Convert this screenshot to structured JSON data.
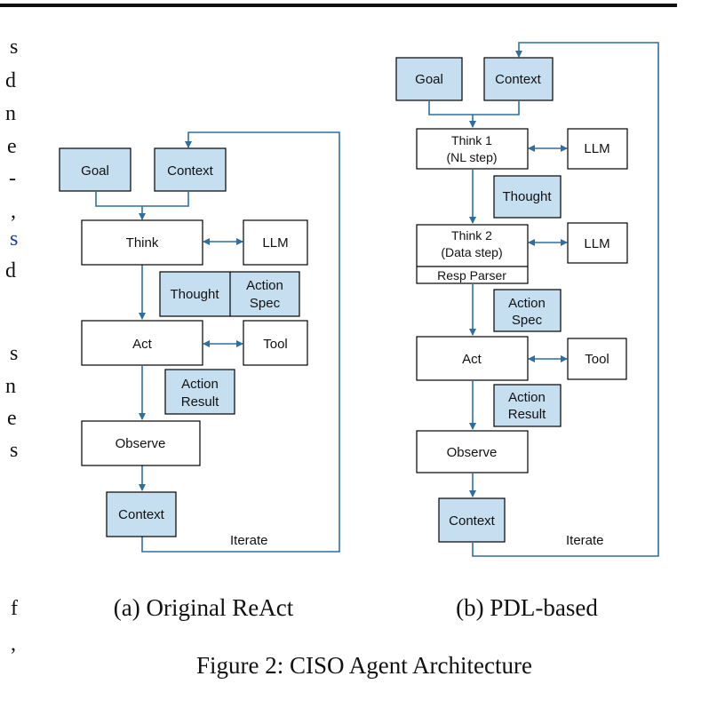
{
  "page": {
    "left_text_fragments": [
      "s",
      "d",
      "n",
      "e",
      "-",
      ",",
      "s",
      "d",
      "s",
      "n",
      "e",
      "s",
      "f",
      ","
    ]
  },
  "diagram_a": {
    "goal": "Goal",
    "context_top": "Context",
    "think": "Think",
    "llm": "LLM",
    "thought": "Thought",
    "action_spec_1": "Action",
    "action_spec_2": "Spec",
    "act": "Act",
    "tool": "Tool",
    "action_result_1": "Action",
    "action_result_2": "Result",
    "observe": "Observe",
    "context_bottom": "Context",
    "iterate": "Iterate",
    "caption": "(a) Original ReAct"
  },
  "diagram_b": {
    "goal": "Goal",
    "context_top": "Context",
    "think1_line1": "Think 1",
    "think1_line2": "(NL step)",
    "llm1": "LLM",
    "thought": "Thought",
    "think2_line1": "Think 2",
    "think2_line2": "(Data step)",
    "resp_parser": "Resp Parser",
    "llm2": "LLM",
    "action_spec_1": "Action",
    "action_spec_2": "Spec",
    "act": "Act",
    "tool": "Tool",
    "action_result_1": "Action",
    "action_result_2": "Result",
    "observe": "Observe",
    "context_bottom": "Context",
    "iterate": "Iterate",
    "caption": "(b) PDL-based"
  },
  "figure_caption": "Figure 2: CISO Agent Architecture",
  "colors": {
    "box_fill": "#c6dff0",
    "arrow": "#2f6f9f",
    "border": "#000000",
    "link_text": "#1a3aa8"
  }
}
